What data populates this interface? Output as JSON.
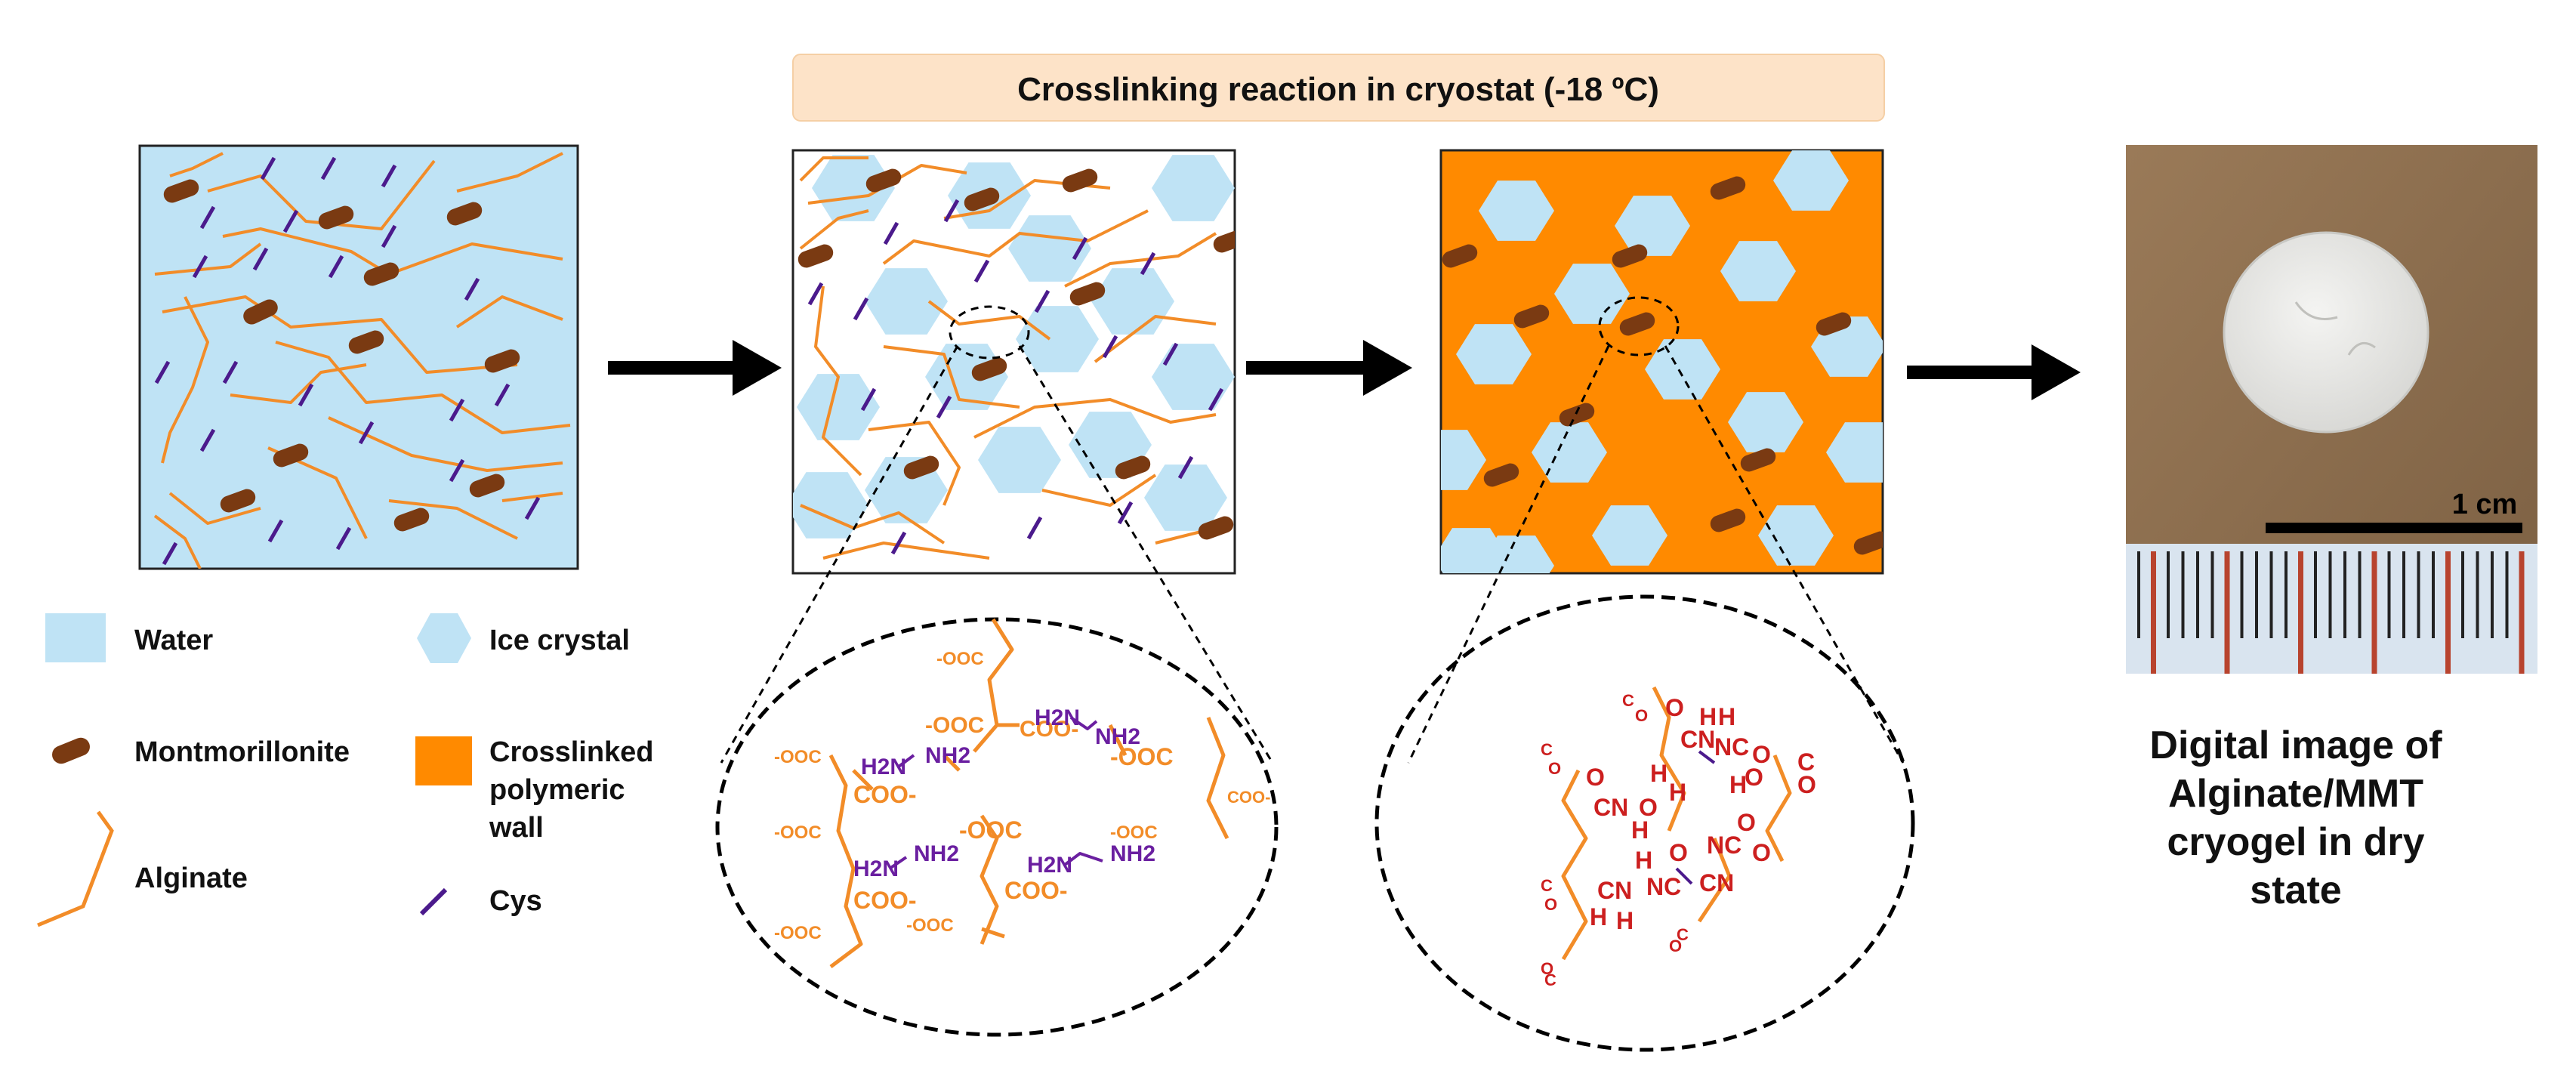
{
  "banner": {
    "text": "Crosslinking reaction in cryostat (-18 ºC)"
  },
  "legend": {
    "water": "Water",
    "ice": "Ice crystal",
    "mmt": "Montmorillonite",
    "wall_line1": "Crosslinked",
    "wall_line2": "polymeric",
    "wall_line3": "wall",
    "alginate": "Alginate",
    "cys": "Cys"
  },
  "chem1": {
    "ooc": "-OOC",
    "coo": "COO-",
    "h2n": "H2N",
    "nh2": "NH2",
    "ooc_nb": "OOC",
    "coo_nb": "COO"
  },
  "chem2": {
    "o": "O",
    "h": "H",
    "cn": "CN",
    "nc": "NC",
    "c": "C"
  },
  "photo": {
    "scale": "1 cm"
  },
  "caption": {
    "line1": "Digital image of",
    "line2": "Alginate/MMT",
    "line3": "cryogel in dry",
    "line4": "state"
  },
  "colors": {
    "water": "#bfe3f5",
    "ice": "#bfe3f5",
    "alginate": "#f28c28",
    "wall": "#ff8a00",
    "mmt": "#7a3a12",
    "cys": "#4b1a8c",
    "nh": "#6a1fa0",
    "crosslink": "#cc1f1f",
    "banner": "#fde3c8",
    "arrow": "#000000"
  },
  "icons": [
    "arrow-right-icon",
    "ice-crystal-icon",
    "montmorillonite-icon",
    "alginate-chain-icon",
    "cys-icon"
  ]
}
